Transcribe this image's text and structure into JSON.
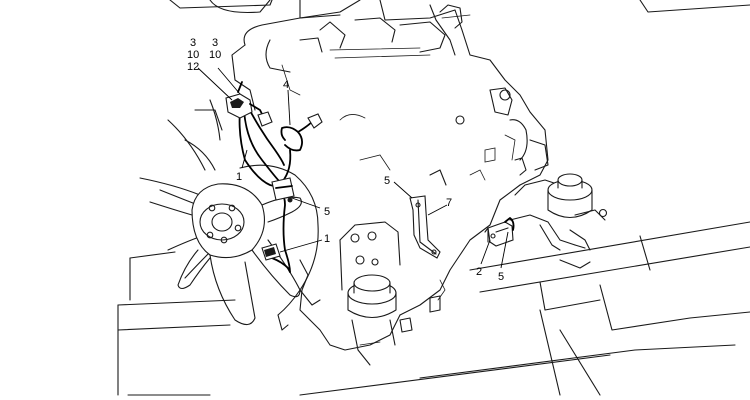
{
  "callouts": [
    {
      "id": "c3a",
      "text": "3"
    },
    {
      "id": "c10a",
      "text": "10"
    },
    {
      "id": "c12",
      "text": "12"
    },
    {
      "id": "c3b",
      "text": "3"
    },
    {
      "id": "c10b",
      "text": "10"
    },
    {
      "id": "c4",
      "text": "4"
    },
    {
      "id": "c1a",
      "text": "1"
    },
    {
      "id": "c5a",
      "text": "5"
    },
    {
      "id": "c1b",
      "text": "1"
    },
    {
      "id": "c5b",
      "text": "5"
    },
    {
      "id": "c7",
      "text": "7"
    },
    {
      "id": "c2",
      "text": "2"
    },
    {
      "id": "c5c",
      "text": "5"
    }
  ]
}
